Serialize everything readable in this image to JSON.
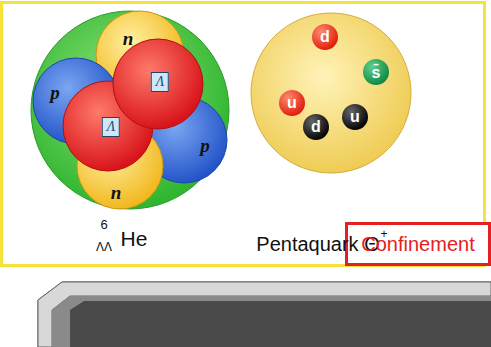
{
  "diagram": {
    "nodes": [
      {
        "text": [
          "6",
          "ΛΛ",
          "He"
        ]
      },
      {
        "text": [
          "n"
        ],
        "in": 0
      },
      {
        "text": [
          "p"
        ],
        "in": 0
      },
      {
        "text": [
          "p"
        ],
        "in": 0
      },
      {
        "text": [
          "n"
        ],
        "in": 0
      },
      {
        "text": [
          "Λ"
        ],
        "in": 0
      },
      {
        "text": [
          "Λ"
        ],
        "in": 0
      },
      {
        "text": [
          "Pentaquark Θ",
          "+"
        ]
      },
      {
        "text": [
          "d"
        ],
        "in": 7
      },
      {
        "text": [
          "u"
        ],
        "in": 7
      },
      {
        "text": [
          "s̄"
        ],
        "in": 7
      },
      {
        "text": [
          "d"
        ],
        "in": 7
      },
      {
        "text": [
          "u"
        ],
        "in": 7
      },
      {
        "text": [
          "Confinement"
        ]
      }
    ],
    "edges": []
  }
}
